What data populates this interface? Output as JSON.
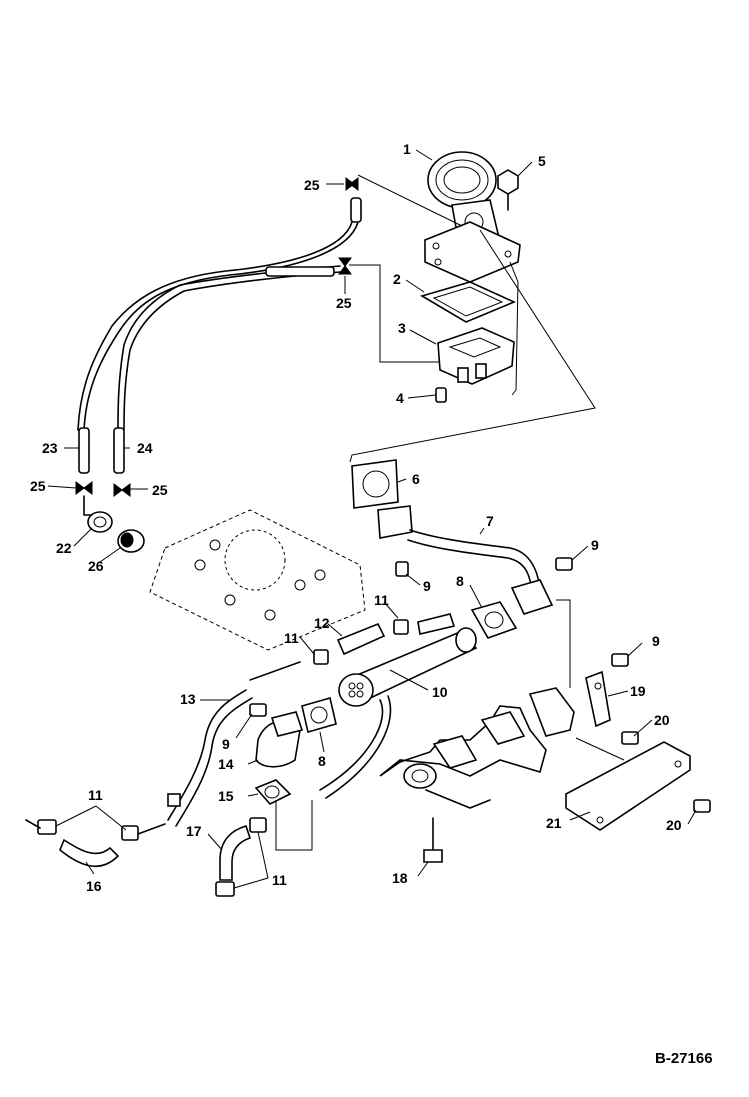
{
  "figure_code": "B-27166",
  "callouts": {
    "c1": "1",
    "c2": "2",
    "c3": "3",
    "c4": "4",
    "c5": "5",
    "c6": "6",
    "c7": "7",
    "c8a": "8",
    "c8b": "8",
    "c9a": "9",
    "c9b": "9",
    "c9c": "9",
    "c9d": "9",
    "c10": "10",
    "c11a": "11",
    "c11b": "11",
    "c11c": "11",
    "c11d": "11",
    "c12": "12",
    "c13": "13",
    "c14": "14",
    "c15": "15",
    "c16": "16",
    "c17": "17",
    "c18": "18",
    "c19": "19",
    "c20a": "20",
    "c20b": "20",
    "c21": "21",
    "c22": "22",
    "c23": "23",
    "c24": "24",
    "c25a": "25",
    "c25b": "25",
    "c25c": "25",
    "c25d": "25",
    "c26": "26"
  }
}
